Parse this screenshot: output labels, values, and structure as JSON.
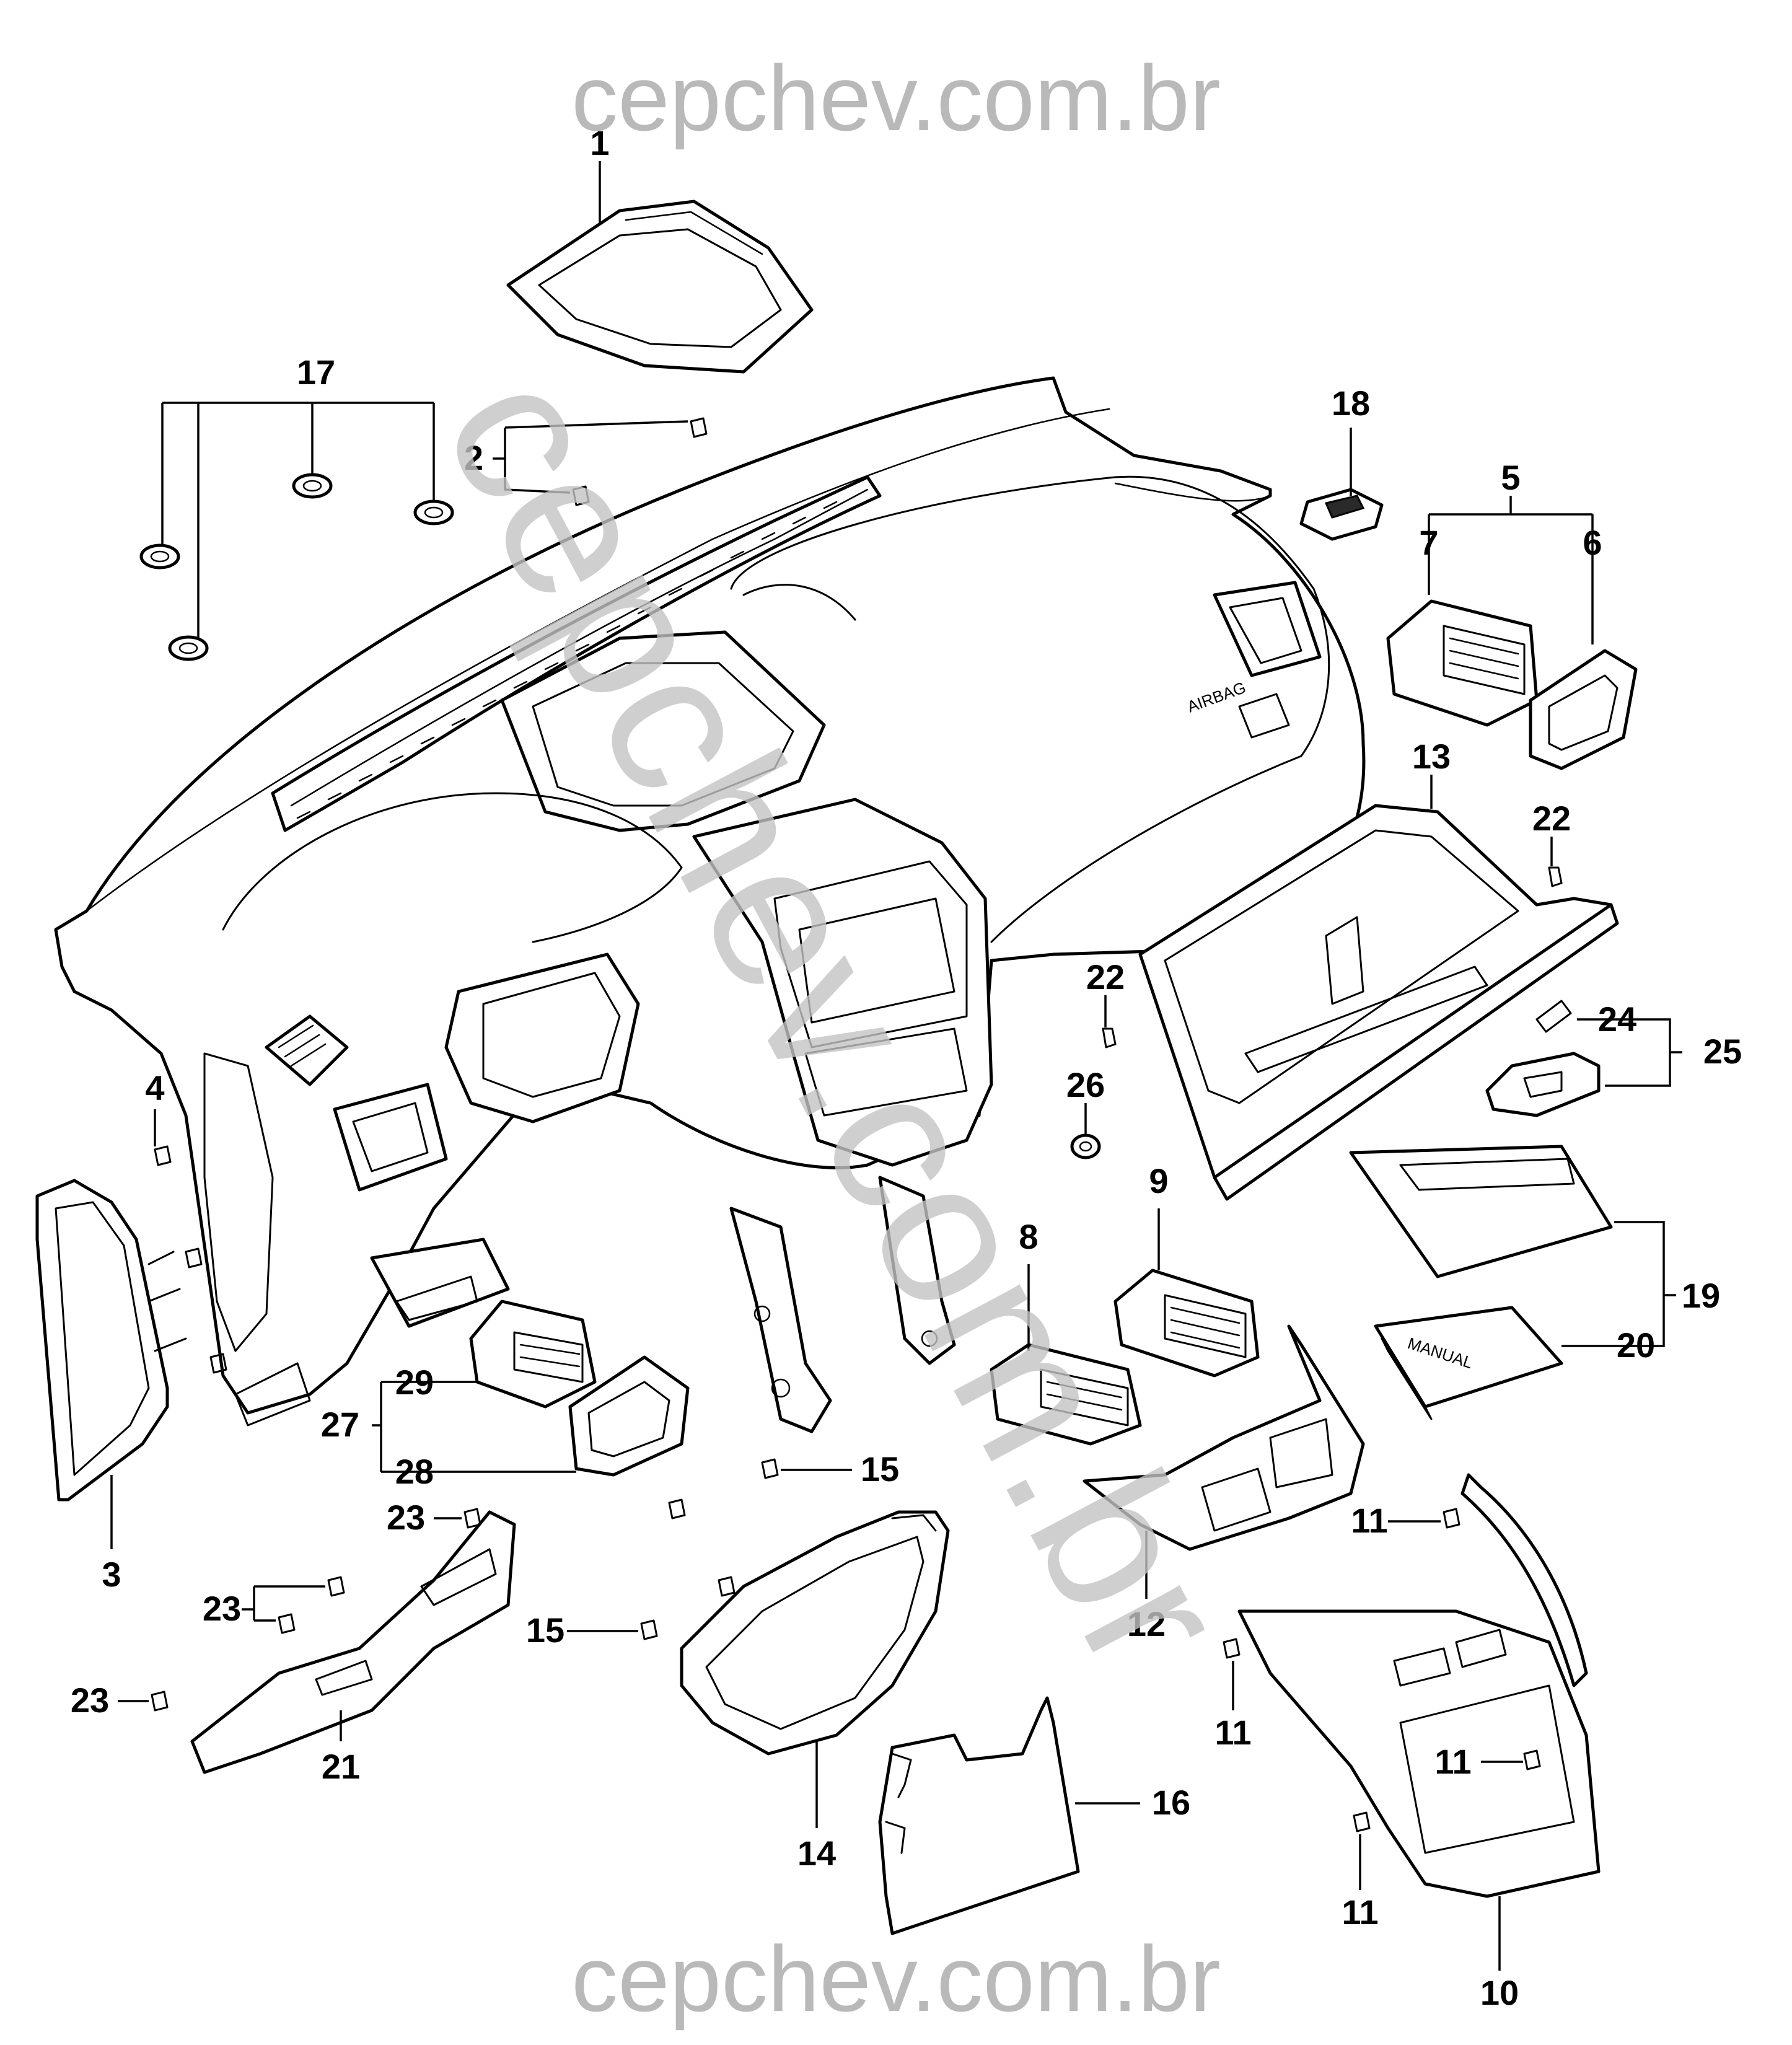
{
  "watermark": {
    "top": "cepchev.com.br",
    "bottom": "cepchev.com.br",
    "diagonal": "cepchev.com.br"
  },
  "callouts": {
    "c1": "1",
    "c2": "2",
    "c3": "3",
    "c4": "4",
    "c5": "5",
    "c6": "6",
    "c7": "7",
    "c8": "8",
    "c9": "9",
    "c10": "10",
    "c11a": "11",
    "c11b": "11",
    "c11c": "11",
    "c11d": "11",
    "c12": "12",
    "c13": "13",
    "c14": "14",
    "c15a": "15",
    "c15b": "15",
    "c16": "16",
    "c17": "17",
    "c18": "18",
    "c19": "19",
    "c20": "20",
    "c21": "21",
    "c22a": "22",
    "c22b": "22",
    "c23a": "23",
    "c23b": "23",
    "c23c": "23",
    "c24": "24",
    "c25": "25",
    "c26": "26",
    "c27": "27",
    "c28": "28",
    "c29": "29"
  },
  "part_labels": {
    "manual": "MANUAL",
    "airbag": "AIRBAG"
  },
  "colors": {
    "line": "#000000",
    "watermark": "#b9b9b9",
    "background": "#ffffff"
  }
}
